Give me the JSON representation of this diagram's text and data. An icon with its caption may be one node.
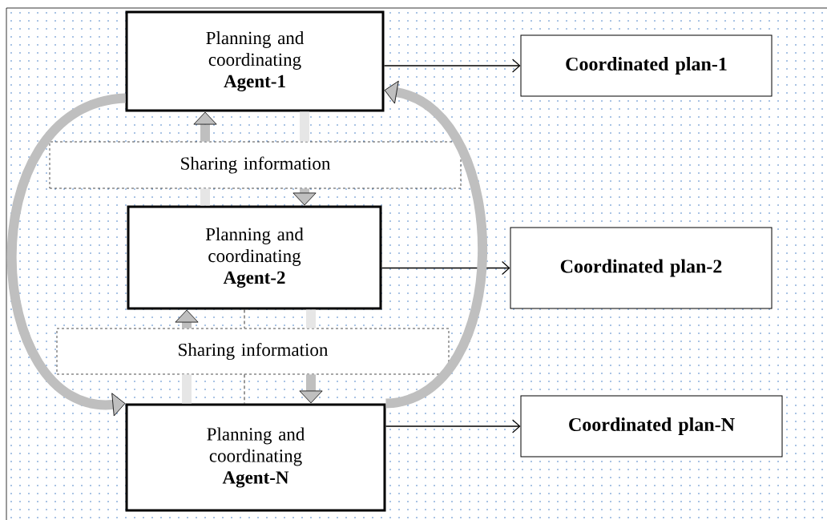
{
  "diagram": {
    "nodes": [
      {
        "text": [
          "Planning and coordinating",
          "Agent-1"
        ]
      },
      {
        "text": [
          "Sharing information"
        ]
      },
      {
        "text": [
          "Planning and coordinating",
          "Agent-2"
        ]
      },
      {
        "text": [
          "Sharing information"
        ]
      },
      {
        "text": [
          "Planning and coordinating",
          "Agent-N"
        ]
      },
      {
        "text": [
          "Coordinated plan-1"
        ]
      },
      {
        "text": [
          "Coordinated plan-2"
        ]
      },
      {
        "text": [
          "Coordinated plan-N"
        ]
      }
    ],
    "edges": [
      {
        "from": 0,
        "to": 5,
        "arrow": "to",
        "color": "#000000"
      },
      {
        "from": 2,
        "to": 6,
        "arrow": "to",
        "color": "#000000"
      },
      {
        "from": 4,
        "to": 7,
        "arrow": "to",
        "color": "#000000"
      },
      {
        "from": 2,
        "to": 1,
        "arrow": "none",
        "color": "#e6e6e6"
      },
      {
        "from": 1,
        "to": 0,
        "arrow": "to",
        "color": "#bfbfbf"
      },
      {
        "from": 0,
        "to": 1,
        "arrow": "none",
        "color": "#e6e6e6"
      },
      {
        "from": 1,
        "to": 2,
        "arrow": "to",
        "color": "#bfbfbf"
      },
      {
        "from": 4,
        "to": 3,
        "arrow": "none",
        "color": "#e6e6e6"
      },
      {
        "from": 3,
        "to": 2,
        "arrow": "to",
        "color": "#bfbfbf"
      },
      {
        "from": 2,
        "to": 3,
        "arrow": "none",
        "color": "#e6e6e6"
      },
      {
        "from": 3,
        "to": 4,
        "arrow": "to",
        "color": "#bfbfbf"
      },
      {
        "from": 2,
        "to": 3,
        "arrow": "none",
        "style": "dashed",
        "color": "#000000"
      },
      {
        "from": 3,
        "to": 4,
        "arrow": "none",
        "style": "dashed",
        "color": "#000000"
      },
      {
        "from": 0,
        "to": 4,
        "arrow": "to",
        "color": "#bfbfbf"
      },
      {
        "from": 4,
        "to": 0,
        "arrow": "to",
        "color": "#bfbfbf"
      }
    ]
  }
}
